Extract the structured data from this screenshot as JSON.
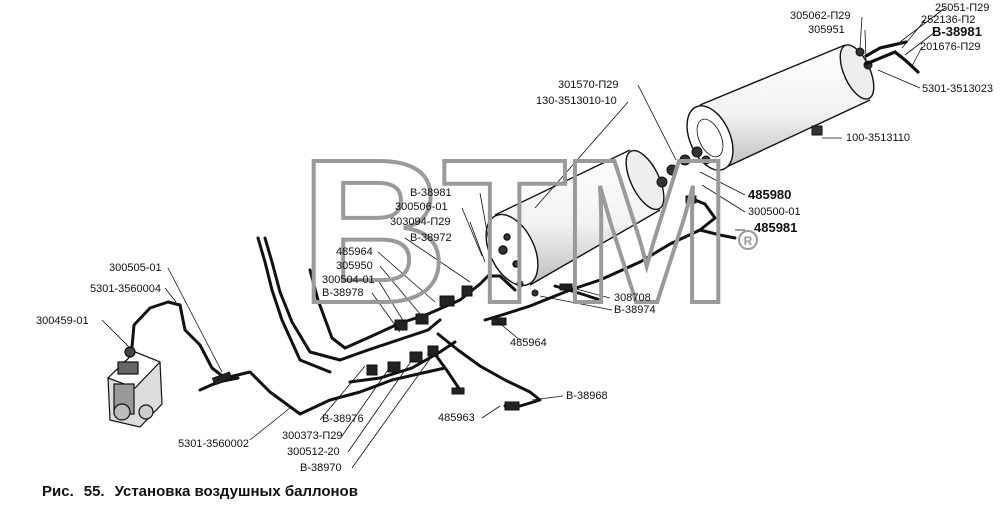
{
  "watermark": "BTM",
  "caption": {
    "prefix": "Рис.",
    "number": "55.",
    "title": "Установка воздушных баллонов"
  },
  "labels": {
    "l01": "25051-П29",
    "l02": "252136-П2",
    "l03": "В-38981",
    "l04": "201676-П29",
    "l05": "305062-П29",
    "l06": "305951",
    "l07": "5301-3513023",
    "l08": "301570-П29",
    "l09": "130-3513010-10",
    "l10": "100-3513110",
    "l11": "485980",
    "l12": "300500-01",
    "l13": "485981",
    "l14": "В-38981",
    "l15": "300506-01",
    "l16": "303094-П29",
    "l17": "В-38972",
    "l18": "485964",
    "l19": "305950",
    "l20": "300504-01",
    "l21": "В-38978",
    "l22": "308708",
    "l23": "В-38974",
    "l24": "485964",
    "l25": "300505-01",
    "l26": "5301-3560004",
    "l27": "300459-01",
    "l28": "В-38968",
    "l29": "485963",
    "l30": "В-38976",
    "l31": "300373-П29",
    "l32": "300512-20",
    "l33": "В-38970",
    "l34": "5301-3560002"
  }
}
